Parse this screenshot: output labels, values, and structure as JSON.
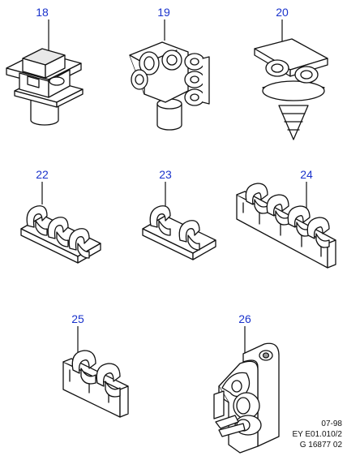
{
  "parts": [
    {
      "ref": "18"
    },
    {
      "ref": "19"
    },
    {
      "ref": "20"
    },
    {
      "ref": "22"
    },
    {
      "ref": "23"
    },
    {
      "ref": "24"
    },
    {
      "ref": "25"
    },
    {
      "ref": "26"
    }
  ],
  "footer": {
    "date": "07-98",
    "code": "EY E01.010/2",
    "ref": "G 16877 02"
  },
  "colors": {
    "callout": "#1a33cc",
    "line": "#111111"
  }
}
